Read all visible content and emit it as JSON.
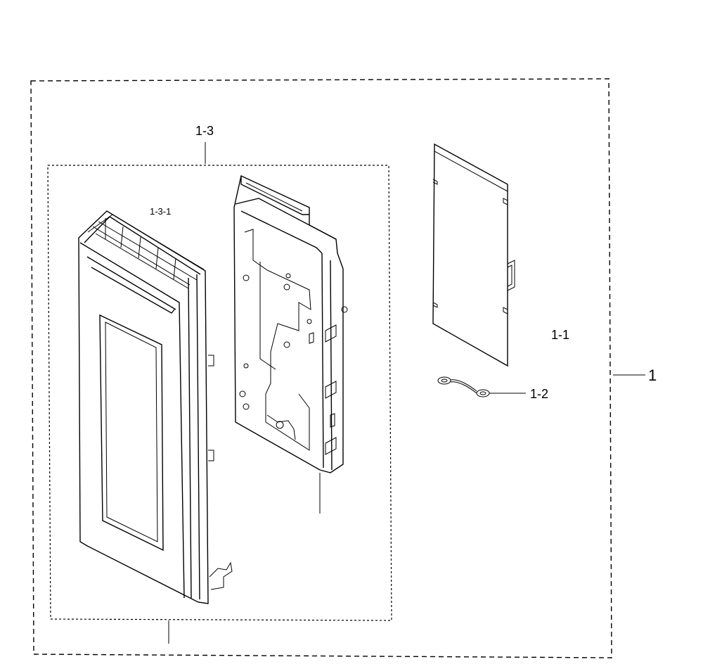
{
  "labels": {
    "assembly": "1",
    "part_1_1": "1-1",
    "part_1_2": "1-2",
    "part_1_3": "1-3",
    "part_1_3_1": "1-3-1"
  }
}
